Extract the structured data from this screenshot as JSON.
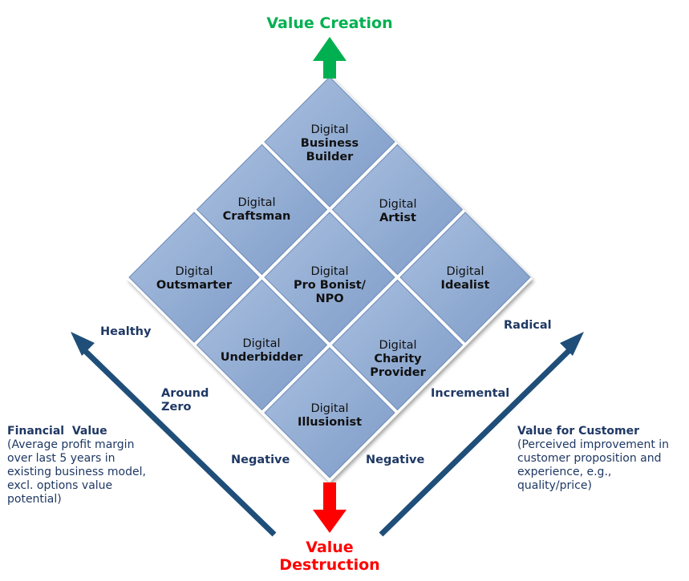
{
  "top_label": "Value Creation",
  "bottom_label": [
    "Value",
    "Destruction"
  ],
  "colors": {
    "top": "#00B050",
    "bottom": "#FF0000",
    "axis": "#1F4E79",
    "tile": "#8EAAD2",
    "tile_edge": "#6F8DB8",
    "label": "#1F3864"
  },
  "tiles": [
    {
      "prefix": "Digital",
      "name": "Business\nBuilder"
    },
    {
      "prefix": "Digital",
      "name": "Craftsman"
    },
    {
      "prefix": "Digital",
      "name": "Artist"
    },
    {
      "prefix": "Digital",
      "name": "Outsmarter"
    },
    {
      "prefix": "Digital",
      "name": "Pro Bonist/\nNPO"
    },
    {
      "prefix": "Digital",
      "name": "Idealist"
    },
    {
      "prefix": "Digital",
      "name": "Underbidder"
    },
    {
      "prefix": "Digital",
      "name": "Charity\nProvider"
    },
    {
      "prefix": "Digital",
      "name": "Illusionist"
    }
  ],
  "left_axis": {
    "levels": [
      "Healthy",
      "Around\nZero",
      "Negative"
    ],
    "heading": "Financial  Value",
    "description": "(Average profit margin\nover last 5 years in\nexisting business model,\nexcl. options value\npotential)"
  },
  "right_axis": {
    "levels": [
      "Radical",
      "Incremental",
      "Negative"
    ],
    "heading": "Value for Customer",
    "description": "(Perceived improvement in\ncustomer proposition and\nexperience, e.g.,\nquality/price)"
  }
}
